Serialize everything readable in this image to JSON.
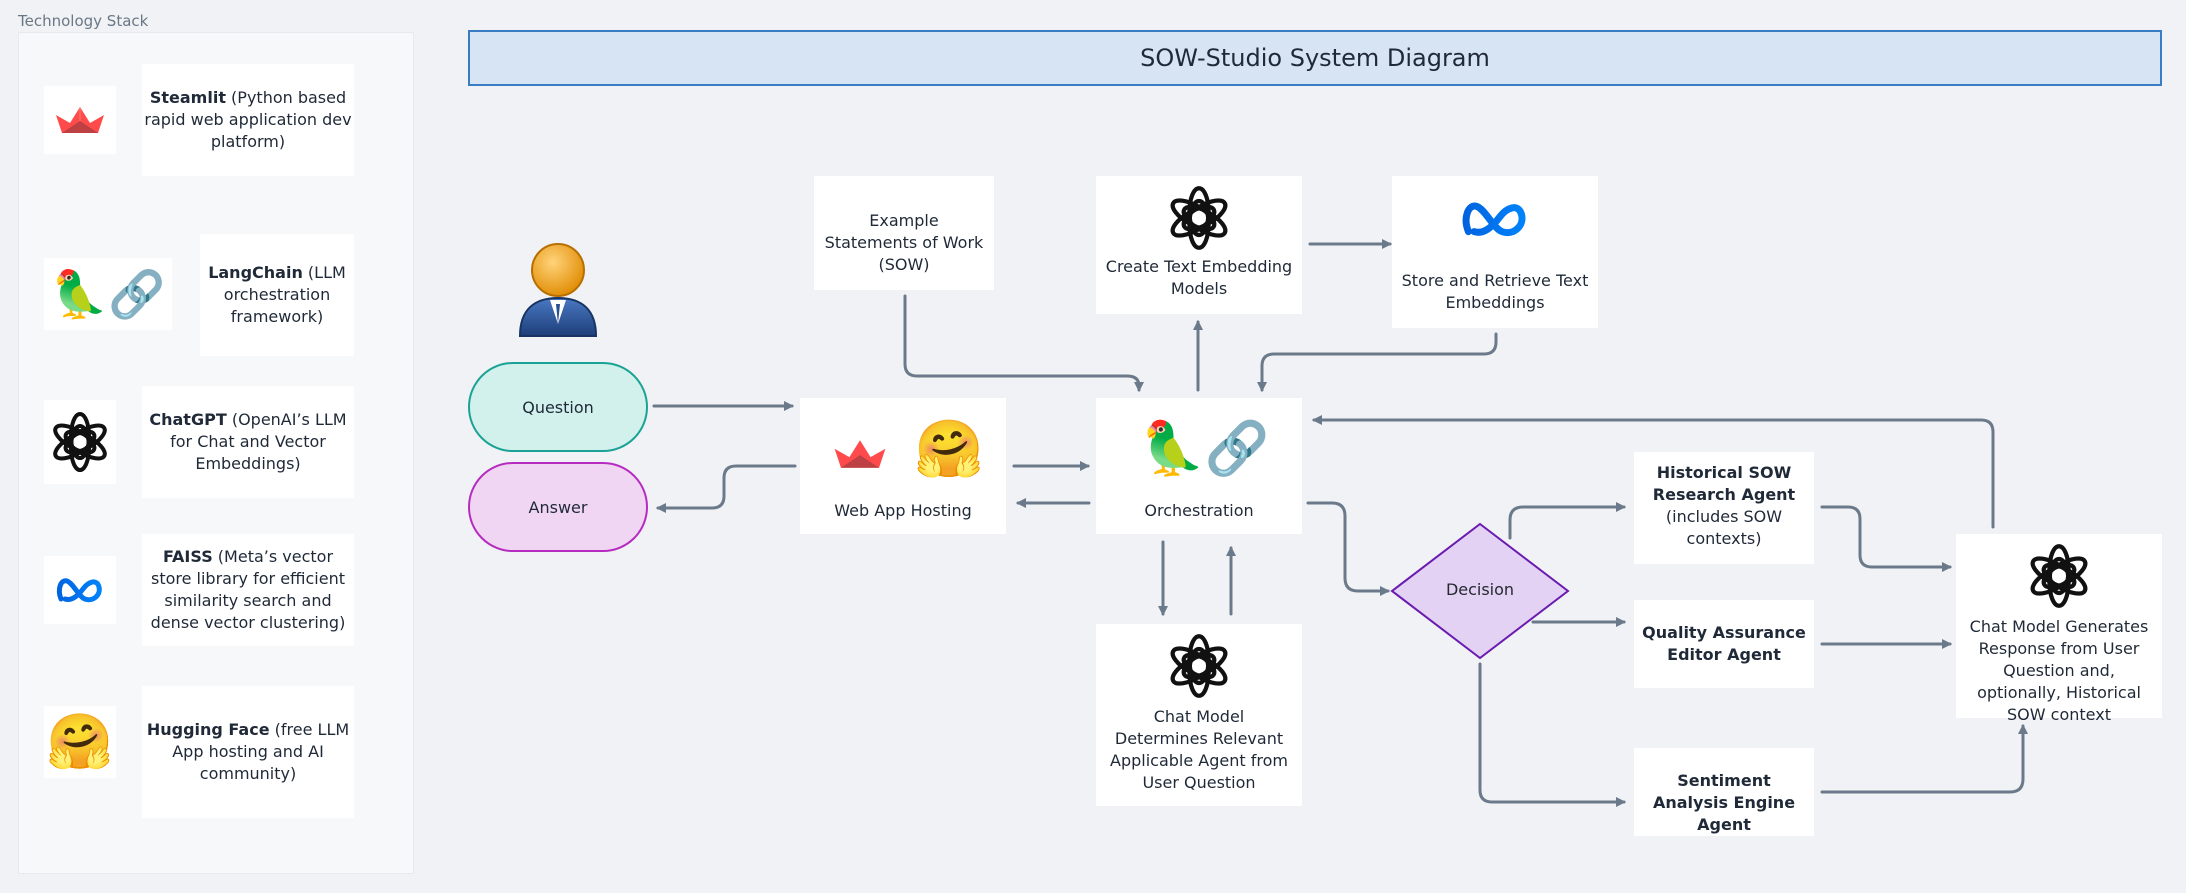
{
  "sidebar": {
    "title": "Technology Stack",
    "items": [
      {
        "name": "Steamlit",
        "desc": " (Python based rapid web application dev platform)",
        "icon": "streamlit-crown-icon"
      },
      {
        "name": "LangChain",
        "desc": " (LLM orchestration framework)",
        "icon": "parrot-chain-icon"
      },
      {
        "name": "ChatGPT",
        "desc": " (OpenAI’s LLM for Chat and Vector Embeddings)",
        "icon": "openai-logo-icon"
      },
      {
        "name": "FAISS",
        "desc": " (Meta’s vector store library for efficient similarity search and dense vector clustering)",
        "icon": "meta-logo-icon"
      },
      {
        "name": "Hugging Face",
        "desc": " (free LLM App hosting and AI community)",
        "icon": "hugging-face-emoji-icon"
      }
    ]
  },
  "diagram": {
    "title": "SOW-Studio System Diagram",
    "question": "Question",
    "answer": "Answer",
    "examples": "Example Statements of Work (SOW)",
    "embedding": "Create Text Embedding Models",
    "store": "Store and Retrieve Text Embeddings",
    "webapp": "Web App Hosting",
    "orchestration": "Orchestration",
    "chat_determines": "Chat Model Determines Relevant Applicable Agent from User Question",
    "decision": "Decision",
    "agent_research_bold": "Historical SOW Research Agent",
    "agent_research_rest": "(includes SOW contexts)",
    "agent_qa": "Quality Assurance Editor Agent",
    "agent_sentiment": "Sentiment Analysis Engine Agent",
    "chat_generates": "Chat Model Generates Response from User Question and, optionally, Historical SOW context"
  },
  "colors": {
    "title_fill": "#d6e4f3",
    "title_border": "#3a7cc4",
    "question_fill": "#d2f0ec",
    "question_border": "#1aa394",
    "answer_fill": "#f1d6f3",
    "answer_border": "#b62cc0",
    "decision_fill": "#e4d2f5",
    "decision_border": "#6a1bb0",
    "arrow": "#6b7a8a"
  }
}
